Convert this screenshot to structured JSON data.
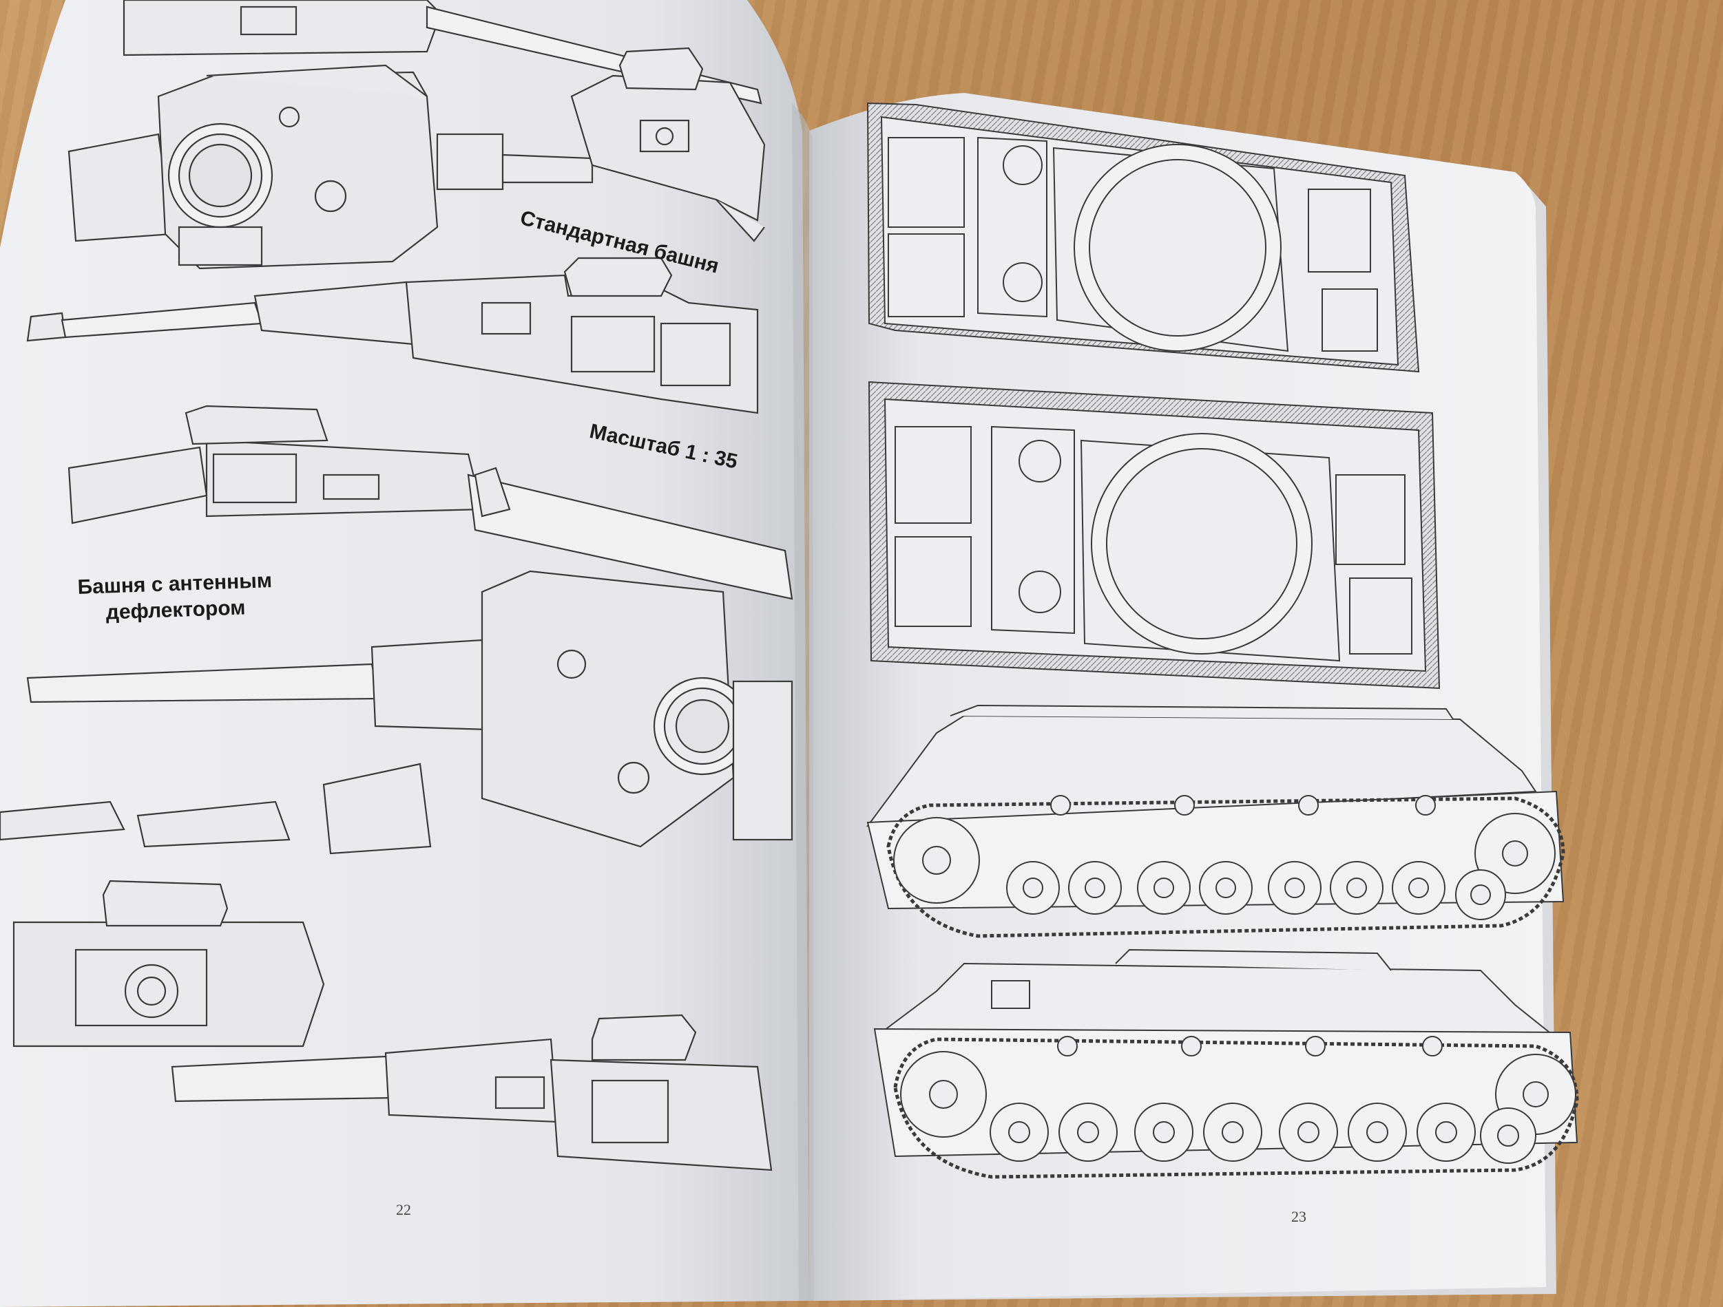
{
  "book": {
    "left_page": {
      "labels": {
        "standard_turret": "Стандартная башня",
        "scale": "Масштаб 1 : 35",
        "antenna_turret": "Башня с антенным\nдефлектором"
      },
      "page_number": "22"
    },
    "right_page": {
      "page_number": "23"
    }
  },
  "colors": {
    "table": "#b98d5c",
    "paper": "#eef0f3",
    "line": "#3a3a3a",
    "hatch": "#8a8d92"
  },
  "icons": [
    "tank-turret-drawing",
    "tank-hull-top-view-drawing",
    "tank-side-view-drawing"
  ]
}
